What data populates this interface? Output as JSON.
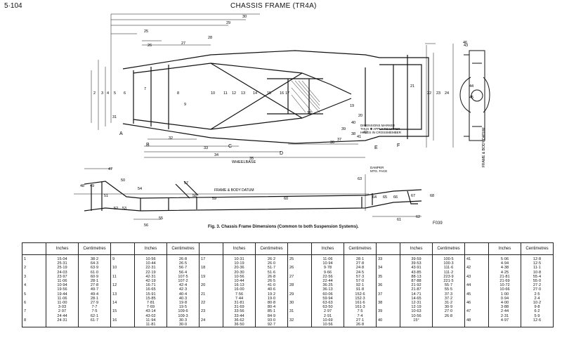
{
  "header": {
    "page_number": "5·104",
    "title": "CHASSIS FRAME (TR4A)"
  },
  "drawing": {
    "plan_labels": [
      "25",
      "26",
      "27",
      "28",
      "29",
      "30",
      "2",
      "3",
      "4",
      "5",
      "6",
      "7",
      "8",
      "9",
      "10",
      "11",
      "12",
      "13",
      "14",
      "15",
      "16",
      "17",
      "18",
      "19",
      "20",
      "21",
      "22",
      "23",
      "24",
      "31",
      "32",
      "33",
      "34",
      "35",
      "36",
      "37",
      "38",
      "39",
      "40",
      "41",
      "42",
      "43",
      "44",
      "45",
      "46"
    ],
    "point_labels": [
      "A",
      "B",
      "C",
      "D",
      "E",
      "F"
    ],
    "annotation_dims": "DIMENSIONS MARKED\nTHUS ✱ APPLY TO UPPER\nHOLES IN CROSSMEMBER",
    "vertical_datum": "FRAME & BODY DATUM",
    "wheelbase": "WHEELBASE",
    "side_labels": [
      "47",
      "48",
      "49",
      "50",
      "51",
      "52",
      "53",
      "54",
      "55",
      "56",
      "57",
      "58",
      "59",
      "60",
      "61",
      "62",
      "63",
      "64",
      "65",
      "66",
      "67",
      "68"
    ],
    "side_datum": "FRAME & BODY DATUM",
    "damper": "DAMPER\nMTG. FACE"
  },
  "caption": "Fig. 3.   Chassis Frame Dimensions (Common to both Suspension Systems).",
  "figure_code": "F039",
  "table": {
    "col_inches": "Inches",
    "col_cm": "Centimetres",
    "groups": [
      {
        "nums": [
          "1",
          "2",
          "3",
          "4",
          "5",
          "6",
          "7",
          "8"
        ],
        "inches": [
          "15·04",
          "25·31",
          "25·19",
          "24·03",
          "23·97",
          "11·06",
          "10·94",
          "19·56",
          "19·44",
          "11·06",
          "11·00",
          "3·03",
          "2·97",
          "24·44",
          "24·31"
        ],
        "cm": [
          "38·2",
          "64·3",
          "63·9",
          "61·0",
          "60·9",
          "28·1",
          "27·8",
          "49·7",
          "49·4",
          "28·1",
          "27·9",
          "7·7",
          "7·5",
          "62·1",
          "61·7"
        ]
      },
      {
        "nums": [
          "9",
          "10",
          "11",
          "12",
          "13",
          "14",
          "15",
          "16"
        ],
        "inches": [
          "10·56",
          "10·44",
          "22·31",
          "22·19",
          "42·31",
          "42·19",
          "16·71",
          "16·65",
          "15·91",
          "15·85",
          "7·81",
          "7·69",
          "43·14",
          "43·02",
          "11·94",
          "11·81"
        ],
        "cm": [
          "26·8",
          "26·5",
          "56·7",
          "56·4",
          "107·5",
          "107·2",
          "42·4",
          "42·3",
          "40·4",
          "40·3",
          "19·8",
          "19·5",
          "109·6",
          "109·3",
          "30·3",
          "30·0"
        ]
      },
      {
        "nums": [
          "17",
          "18",
          "19",
          "20",
          "21",
          "22",
          "23",
          "24"
        ],
        "inches": [
          "10·31",
          "10·19",
          "20·36",
          "20·30",
          "10·56",
          "10·44",
          "16·13",
          "16·00",
          "7·56",
          "7·44",
          "31·81",
          "31·69",
          "33·56",
          "33·44",
          "36·62",
          "36·50"
        ],
        "cm": [
          "26·2",
          "26·0",
          "51·7",
          "51·6",
          "26·8",
          "26·5",
          "41·0",
          "40·6",
          "19·2",
          "19·0",
          "80·8",
          "80·4",
          "85·1",
          "84·9",
          "93·0",
          "92·7"
        ]
      },
      {
        "nums": [
          "25",
          "26",
          "27",
          "28",
          "29",
          "30",
          "31",
          "32"
        ],
        "inches": [
          "11·06",
          "10·94",
          "9·78",
          "9·66",
          "22·56",
          "22·44",
          "36·25",
          "36·13",
          "60·06",
          "59·94",
          "63·63",
          "63·50",
          "2·97",
          "2·91",
          "10·69",
          "10·56"
        ],
        "cm": [
          "28·1",
          "27·8",
          "24·8",
          "24·5",
          "57·3",
          "57·0",
          "92·1",
          "91·8",
          "152·6",
          "152·3",
          "161·6",
          "161·3",
          "7·5",
          "7·4",
          "27·1",
          "26·8"
        ]
      },
      {
        "nums": [
          "33",
          "34",
          "35",
          "36",
          "37",
          "38",
          "39",
          "40"
        ],
        "inches": [
          "39·59",
          "39·53",
          "43·91",
          "43·85",
          "88·13",
          "87·88",
          "21·92",
          "21·87",
          "14·71",
          "14·65",
          "12·31",
          "12·19",
          "10·63",
          "10·56",
          "15°"
        ],
        "cm": [
          "100·5",
          "100·3",
          "111·6",
          "111·2",
          "223·9",
          "221·5",
          "55·7",
          "55·5",
          "37·3",
          "37·2",
          "31·2",
          "30·9",
          "27·0",
          "26·8"
        ]
      },
      {
        "nums": [
          "41",
          "42",
          "43",
          "44",
          "45",
          "46",
          "47",
          "48"
        ],
        "inches": [
          "5·06",
          "4·94",
          "4·38",
          "4·25",
          "21·81",
          "21·69",
          "10·72",
          "10·66",
          "1·00",
          "0·94",
          "4·00",
          "3·88",
          "2·44",
          "2·31",
          "4·97"
        ],
        "cm": [
          "12·8",
          "12·5",
          "11·1",
          "10·8",
          "55·4",
          "55·0",
          "27·2",
          "27·0",
          "2·5",
          "2·4",
          "10·2",
          "9·8",
          "6·2",
          "5·9",
          "12·6"
        ]
      }
    ]
  }
}
